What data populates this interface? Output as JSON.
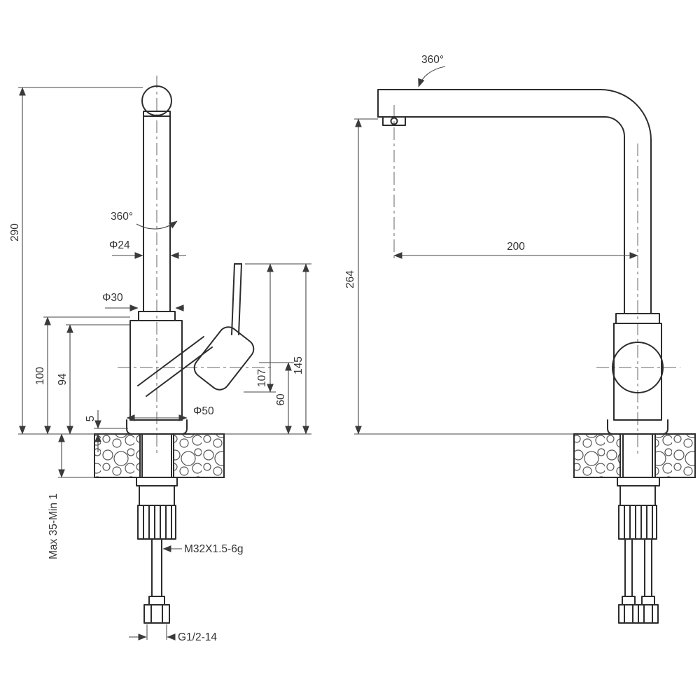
{
  "drawing": {
    "front": {
      "rotation": "360°",
      "spout_dia": "Φ24",
      "body_dia": "Φ30",
      "total_height": "290",
      "body_height": "100",
      "body_height_2": "94",
      "base_lip": "5",
      "handle_height": "107",
      "handle_axis_height": "60",
      "lever_top_height": "145",
      "base_dia": "Φ50",
      "mount_range": "Max 35-Min 1",
      "mount_thread": "M32X1.5-6g",
      "hose_thread": "G1/2-14"
    },
    "side": {
      "rotation": "360°",
      "spout_reach": "200",
      "spout_height": "264"
    }
  }
}
